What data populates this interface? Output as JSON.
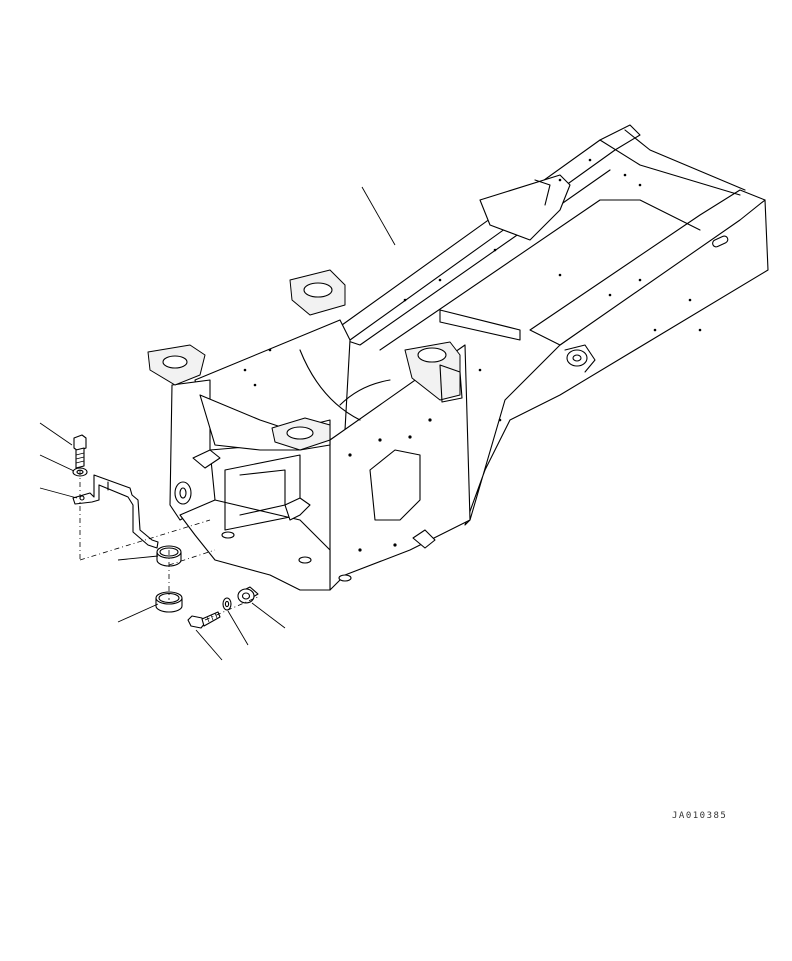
{
  "drawing": {
    "code": "JA010385"
  },
  "parts": [
    {
      "name": "rear-frame"
    },
    {
      "name": "bolt-upper"
    },
    {
      "name": "washer-upper"
    },
    {
      "name": "bracket"
    },
    {
      "name": "bushing-upper"
    },
    {
      "name": "bushing-lower"
    },
    {
      "name": "bolt-lower"
    },
    {
      "name": "washer-lower"
    },
    {
      "name": "spacer"
    }
  ]
}
